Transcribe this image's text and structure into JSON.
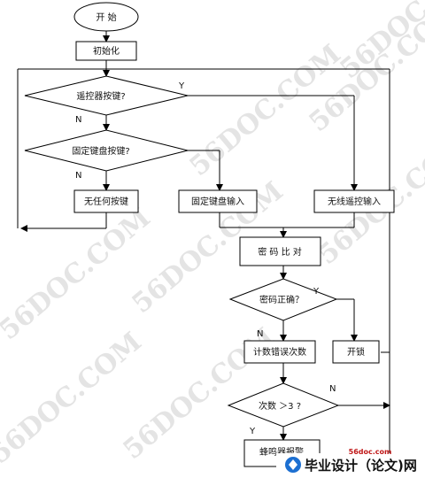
{
  "flowchart": {
    "start": "开 始",
    "init": "初始化",
    "decision_remote": "遥控器按键?",
    "decision_fixed": "固定键盘按键?",
    "no_key": "无任何按键",
    "fixed_input": "固定键盘输入",
    "remote_input": "无线遥控输入",
    "compare": "密 码 比 对",
    "decision_correct": "密码正确？",
    "count_errors": "计数错误次数",
    "unlock": "开锁",
    "decision_count": "次数 ＞3 ?",
    "buzzer": "蜂鸣器报警",
    "yes": "Y",
    "no": "N"
  },
  "watermark": {
    "text": "56DOC.COM"
  },
  "branding": {
    "site": "56doc.com",
    "name": "毕业设计（论文)网"
  }
}
